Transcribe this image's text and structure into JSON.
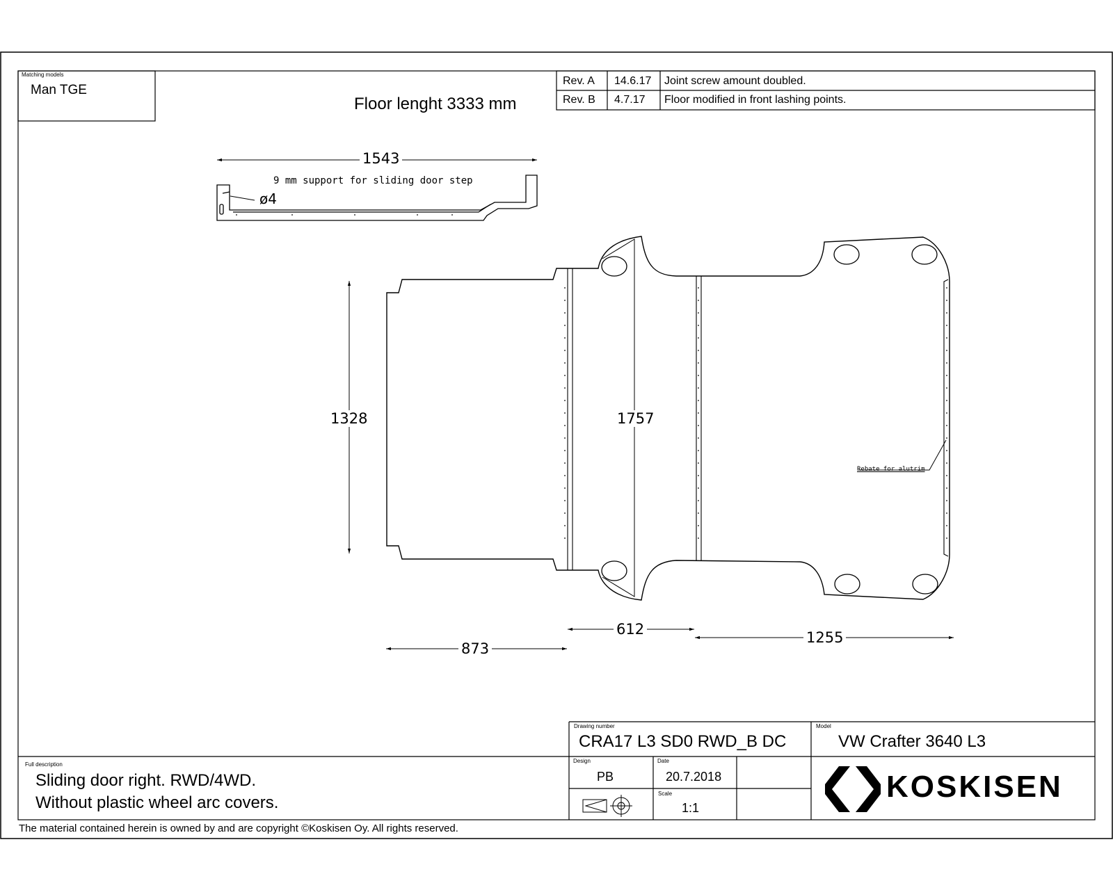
{
  "matching_models": {
    "label": "Matching models",
    "value": "Man TGE"
  },
  "title": "Floor lenght 3333 mm",
  "revisions": [
    {
      "rev": "Rev. A",
      "date": "14.6.17",
      "description": "Joint screw amount doubled."
    },
    {
      "rev": "Rev. B",
      "date": "4.7.17",
      "description": "Floor modified in front lashing points."
    }
  ],
  "profile": {
    "width": "1543",
    "support_note": "9 mm support for sliding door step",
    "hole_label": "ø4"
  },
  "dimensions": {
    "height_left": "1328",
    "height_mid": "1757",
    "len_a": "873",
    "len_b": "612",
    "len_c": "1255"
  },
  "rebate_label": "Rebate for alutrim",
  "title_block": {
    "drawing_number_label": "Drawing number",
    "drawing_number": "CRA17 L3 SD0 RWD_B DC",
    "model_label": "Model",
    "model": "VW Crafter 3640 L3",
    "design_label": "Design",
    "design": "PB",
    "date_label": "Date",
    "date": "20.7.2018",
    "scale_label": "Scale",
    "scale": "1:1",
    "full_description_label": "Full description",
    "description_line1": "Sliding door right. RWD/4WD.",
    "description_line2": "Without plastic wheel arc covers.",
    "brand": "KOSKISEN"
  },
  "copyright": "The material contained herein is owned by and are copyright ©Koskisen Oy. All rights reserved."
}
